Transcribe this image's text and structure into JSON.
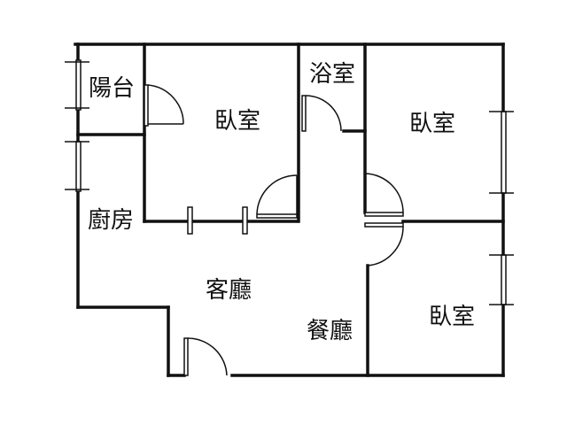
{
  "rooms": {
    "balcony": "陽台",
    "bath": "浴室",
    "bedroom_top_left": "臥室",
    "bedroom_top_right": "臥室",
    "bedroom_bottom_right": "臥室",
    "kitchen": "廚房",
    "living": "客廳",
    "dining": "餐廳"
  },
  "colors": {
    "wall": "#111111",
    "background": "#ffffff"
  }
}
